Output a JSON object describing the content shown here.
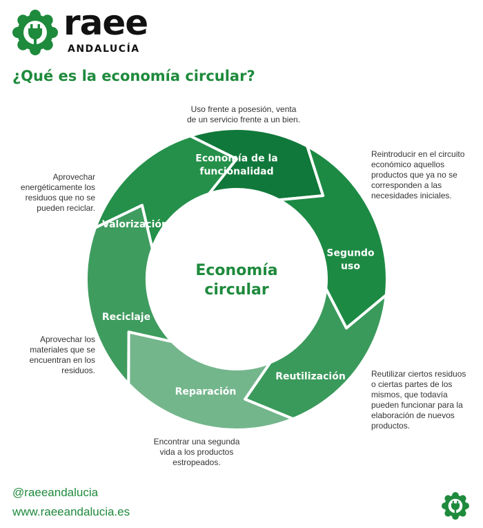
{
  "brand": {
    "name": "raee",
    "region": "ANDALUCÍA",
    "colors": {
      "primary": "#1e8a3c",
      "dark": "#10783a"
    }
  },
  "title": "¿Qué es la economía circular?",
  "center": {
    "line1": "Economía",
    "line2": "circular"
  },
  "segments": [
    {
      "id": "funcionalidad",
      "label_lines": [
        "Economía de la",
        "funcionalidad"
      ],
      "color": "#10783a",
      "description": "Uso frente a posesión, venta de un servicio frente a un bien."
    },
    {
      "id": "segundo-uso",
      "label_lines": [
        "Segundo",
        "uso"
      ],
      "color": "#1d8a44",
      "description": "Reintroducir en el circuito económico aquellos productos que ya no se corresponden a las necesidades iniciales."
    },
    {
      "id": "reutilizacion",
      "label_lines": [
        "Reutilización"
      ],
      "color": "#3a9a5b",
      "description": "Reutilizar ciertos residuos o ciertas partes de los mismos, que todavía pueden funcionar para la elaboración de nuevos productos."
    },
    {
      "id": "reparacion",
      "label_lines": [
        "Reparación"
      ],
      "color": "#74b68c",
      "description": "Encontrar una segunda vida a los productos estropeados."
    },
    {
      "id": "reciclaje",
      "label_lines": [
        "Reciclaje"
      ],
      "color": "#3f9c5f",
      "description": "Aprovechar los materiales que se encuentran en los residuos."
    },
    {
      "id": "valorizacion",
      "label_lines": [
        "Valorización"
      ],
      "color": "#24904a",
      "description": "Aprovechar energéticamente los residuos que no se pueden reciclar."
    }
  ],
  "annotations": {
    "funcionalidad": [
      "Uso frente a posesión, venta",
      "de un servicio frente a un bien."
    ],
    "segundo_uso": [
      "Reintroducir en el circuito",
      "económico aquellos",
      "productos que ya no se",
      "corresponden a las",
      "necesidades iniciales."
    ],
    "reutilizacion": [
      "Reutilizar ciertos residuos",
      "o ciertas partes de los",
      "mismos, que todavía",
      "pueden funcionar para la",
      "elaboración de nuevos",
      "productos."
    ],
    "reparacion": [
      "Encontrar una segunda",
      "vida a los productos",
      "estropeados."
    ],
    "reciclaje": [
      "Aprovechar los",
      "materiales que se",
      "encuentran en los",
      "residuos."
    ],
    "valorizacion": [
      "Aprovechar",
      "energéticamente los",
      "residuos que no se",
      "pueden reciclar."
    ]
  },
  "footer": {
    "social": "@raeeandalucia",
    "website": "www.raeeandalucia.es"
  }
}
